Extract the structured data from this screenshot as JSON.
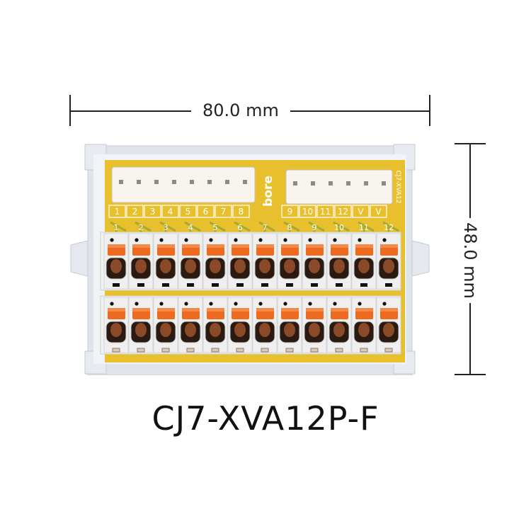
{
  "dimensions": {
    "width_label": "80.0 mm",
    "height_label": "48.0 mm"
  },
  "board": {
    "brand": "bore",
    "part_code": "CJ7-XVA12",
    "connector_left_pins": [
      "1",
      "2",
      "3",
      "4",
      "5",
      "6",
      "7",
      "8"
    ],
    "connector_right_pins": [
      "9",
      "10",
      "11",
      "12",
      "V",
      "V"
    ],
    "terminal_numbers": [
      "1",
      "2",
      "3",
      "4",
      "5",
      "6",
      "7",
      "8",
      "9",
      "10",
      "11",
      "12"
    ],
    "pcb_color": "#e8c02e",
    "lever_color": "#ee6a1e",
    "housing_color": "#eeeeee"
  },
  "product": {
    "model": "CJ7-XVA12P-F"
  }
}
